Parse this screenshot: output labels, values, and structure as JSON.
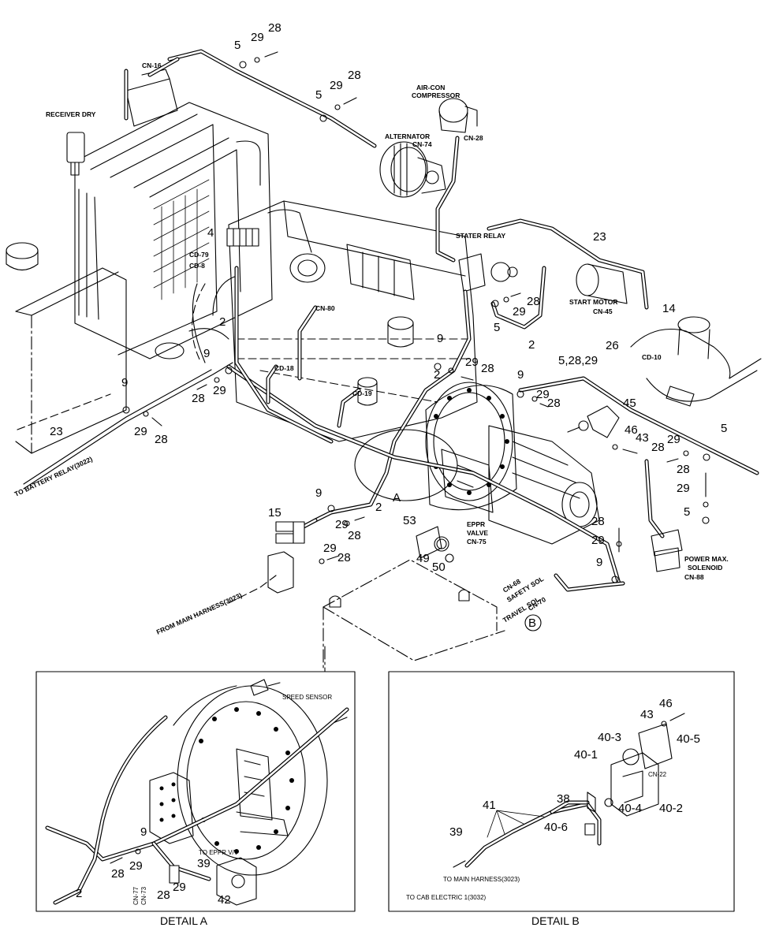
{
  "labels": {
    "cn16": "CN-16",
    "receiver_dry": "RECEIVER DRY",
    "aircon": "AIR-CON",
    "compressor": "COMPRESSOR",
    "cn28": "CN-28",
    "alternator": "ALTERNATOR",
    "cn74": "CN-74",
    "starter_relay": "STATER RELAY",
    "cd79": "CD-79",
    "cd8": "CD-8",
    "cn80": "CN-80",
    "start_motor": "START MOTOR",
    "cn45": "CN-45",
    "cd10": "CD-10",
    "cd18": "CD-18",
    "cd19": "CD-19",
    "to_battery_relay": "TO BATTERY RELAY(3022)",
    "eppr_line1": "EPPR",
    "eppr_line2": "VALVE",
    "cn75": "CN-75",
    "power_max_1": "POWER MAX.",
    "power_max_2": "SOLENOID",
    "cn88": "CN-88",
    "cn68": "CN-68",
    "safety_sol": "SAFETY SOL",
    "travel_sol": "TRAVEL SOL",
    "cn70": "CN-70",
    "from_main_harness": "FROM MAIN HARNESS(3023)",
    "detail_a_marker": "A",
    "detail_b_marker": "B",
    "speed_sensor": "SPEED SENSOR",
    "to_eppr": "TO EPPR V/V",
    "cn77": "CN-77",
    "cn73": "CN-73",
    "cn22": "CN-22",
    "to_main_harness": "TO MAIN HARNESS(3023)",
    "to_cab_electric": "TO CAB ELECTRIC 1(3032)"
  },
  "callouts": {
    "c2": "2",
    "c4": "4",
    "c5": "5",
    "c9": "9",
    "c14": "14",
    "c15": "15",
    "c23": "23",
    "c26": "26",
    "c28": "28",
    "c29": "29",
    "c43": "43",
    "c45": "45",
    "c46": "46",
    "c49": "49",
    "c50": "50",
    "c53": "53",
    "c5_28_29": "5,28,29",
    "c38": "38",
    "c39": "39",
    "c40_1": "40-1",
    "c40_2": "40-2",
    "c40_3": "40-3",
    "c40_4": "40-4",
    "c40_5": "40-5",
    "c40_6": "40-6",
    "c41": "41",
    "c42": "42"
  },
  "captions": {
    "detail_a": "DETAIL A",
    "detail_b": "DETAIL B"
  }
}
